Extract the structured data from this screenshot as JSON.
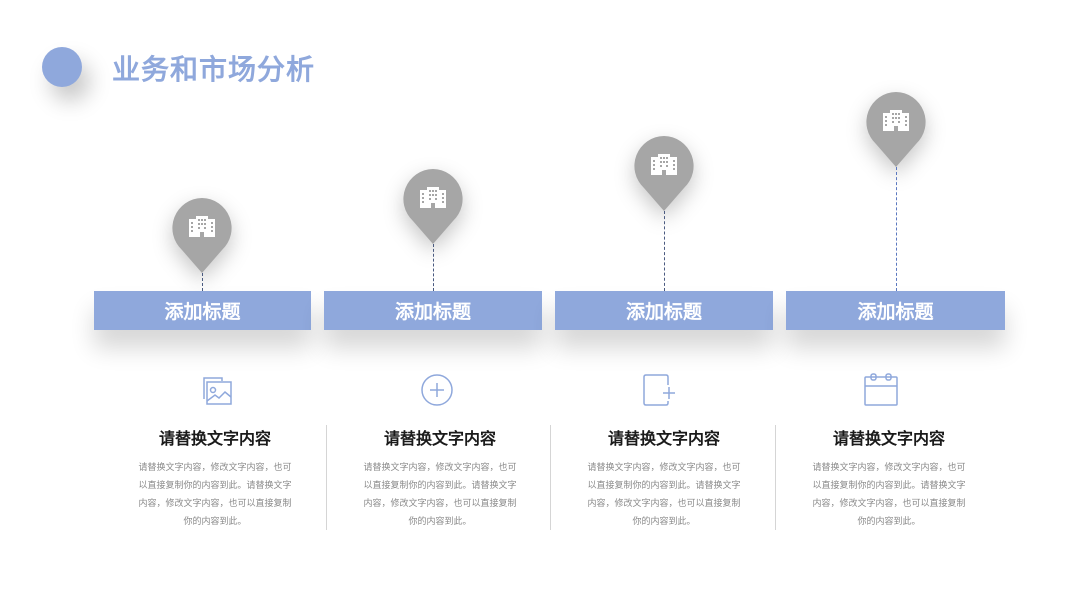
{
  "header": {
    "title": "业务和市场分析",
    "accent_color": "#8FA8DC"
  },
  "steps": [
    {
      "pin_icon": "building-icon",
      "bar_label": "添加标题",
      "feature_icon": "image-icon",
      "card_title": "请替换文字内容",
      "card_body": "请替换文字内容，修改文字内容，也可以直接复制你的内容到此。请替换文字内容，修改文字内容，也可以直接复制你的内容到此。"
    },
    {
      "pin_icon": "building-icon",
      "bar_label": "添加标题",
      "feature_icon": "plus-circle-icon",
      "card_title": "请替换文字内容",
      "card_body": "请替换文字内容，修改文字内容，也可以直接复制你的内容到此。请替换文字内容，修改文字内容，也可以直接复制你的内容到此。"
    },
    {
      "pin_icon": "building-icon",
      "bar_label": "添加标题",
      "feature_icon": "add-page-icon",
      "card_title": "请替换文字内容",
      "card_body": "请替换文字内容，修改文字内容，也可以直接复制你的内容到此。请替换文字内容，修改文字内容，也可以直接复制你的内容到此。"
    },
    {
      "pin_icon": "building-icon",
      "bar_label": "添加标题",
      "feature_icon": "calendar-icon",
      "card_title": "请替换文字内容",
      "card_body": "请替换文字内容，修改文字内容，也可以直接复制你的内容到此。请替换文字内容，修改文字内容，也可以直接复制你的内容到此。"
    }
  ],
  "colors": {
    "bar": "#8FA8DC",
    "pin": "#A6A6A6",
    "icon_stroke": "#8FA8DC",
    "title_text": "#1A1A1A",
    "body_text": "#8A8A8A"
  }
}
